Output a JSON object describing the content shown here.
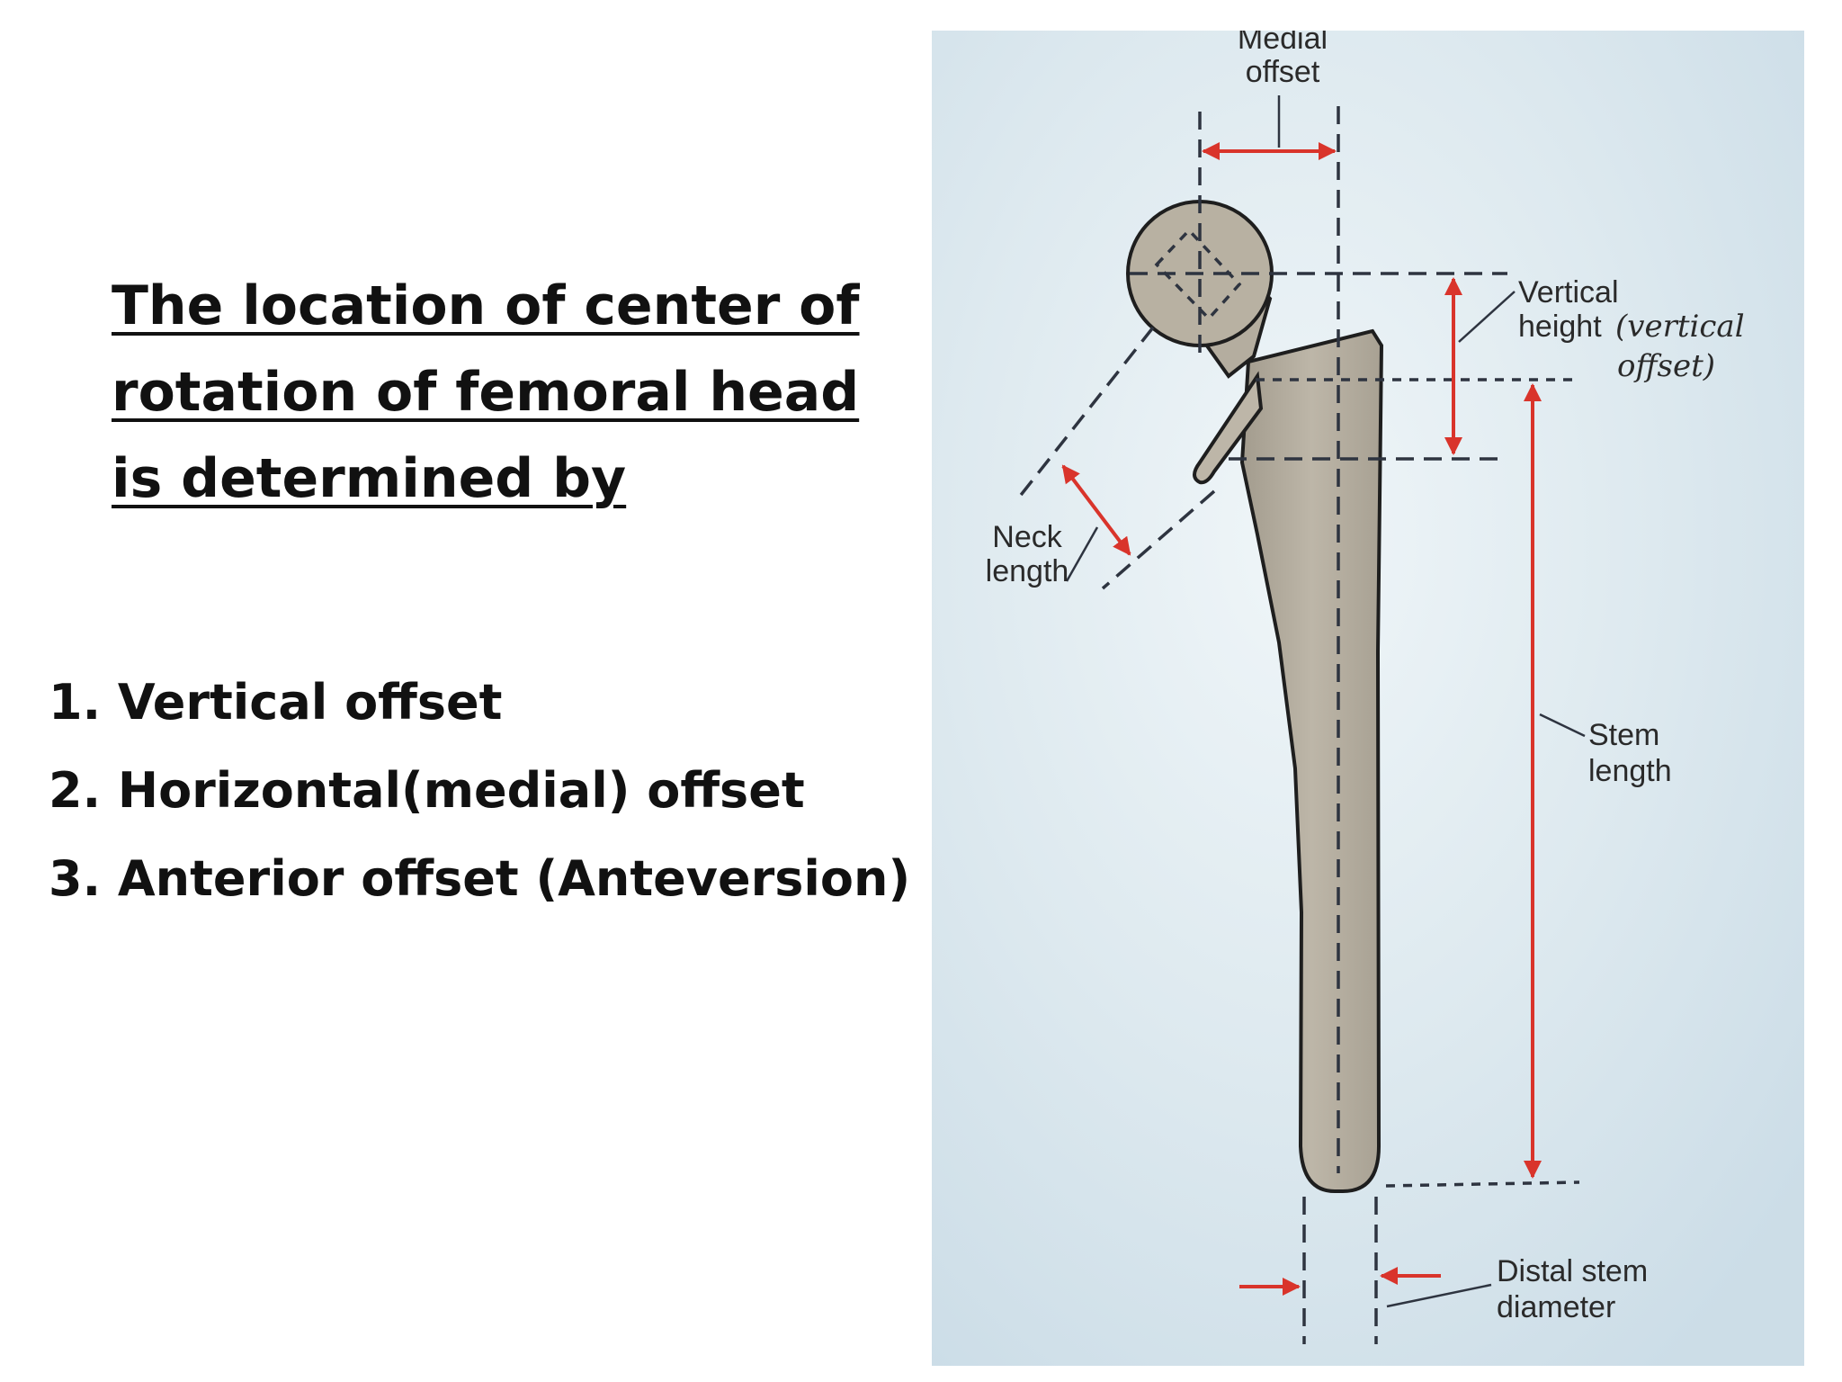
{
  "heading": {
    "lines": [
      "The location of center of",
      "rotation of femoral head",
      "is determined by"
    ]
  },
  "factors": [
    "1. Vertical offset",
    "2. Horizontal(medial) offset",
    "3. Anterior offset (Anteversion)"
  ],
  "diagram": {
    "labels": {
      "medial_offset": [
        "Medial",
        "offset"
      ],
      "vertical_height": [
        "Vertical",
        "height"
      ],
      "vertical_note": [
        "(vertical",
        "offset)"
      ],
      "neck_length": [
        "Neck",
        "length"
      ],
      "stem_length": [
        "Stem",
        "length"
      ],
      "distal_stem_diameter": [
        "Distal stem",
        "diameter"
      ]
    },
    "colors": {
      "background": "#dce8ee",
      "implant": "#b4ad9f",
      "dimension": "#d9342b",
      "line": "#2e3440"
    }
  }
}
